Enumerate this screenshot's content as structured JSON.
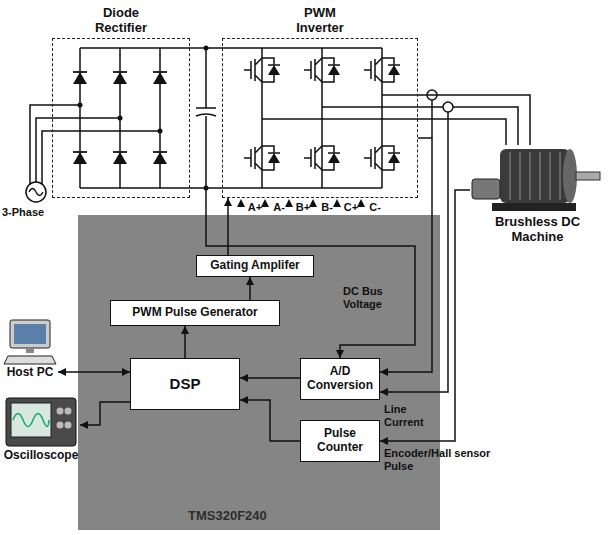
{
  "diagram": {
    "nodes": [
      {
        "text": [
          "Diode Rectifier"
        ]
      },
      {
        "text": [
          "PWM Inverter"
        ]
      },
      {
        "text": [
          "Brushless DC Machine"
        ]
      },
      {
        "text": [
          "TMS320F240"
        ]
      },
      {
        "text": [
          "Gating Amplifer"
        ],
        "in": 3
      },
      {
        "text": [
          "PWM Pulse Generator"
        ],
        "in": 3
      },
      {
        "text": [
          "DSP"
        ],
        "in": 3
      },
      {
        "text": [
          "A/D Conversion"
        ],
        "in": 3
      },
      {
        "text": [
          "Pulse Counter"
        ],
        "in": 3
      },
      {
        "text": [
          "Host PC"
        ]
      },
      {
        "text": [
          "Oscilloscope"
        ]
      }
    ],
    "edges": [
      {
        "from": 0,
        "to": 1,
        "arrow": "none"
      },
      {
        "from": 1,
        "to": 2,
        "arrow": "none"
      },
      {
        "from": 4,
        "to": 1,
        "arrow": "to"
      },
      {
        "from": 5,
        "to": 4,
        "arrow": "to"
      },
      {
        "from": 6,
        "to": 5,
        "arrow": "to"
      },
      {
        "from": 7,
        "to": 6,
        "arrow": "to"
      },
      {
        "from": 8,
        "to": 6,
        "arrow": "to"
      },
      {
        "from": 6,
        "to": 9,
        "arrow": "both"
      },
      {
        "from": 6,
        "to": 10,
        "arrow": "to"
      },
      {
        "from": 2,
        "to": 8,
        "arrow": "to",
        "label": "Encoder/Hall sensor Pulse"
      },
      {
        "from": 1,
        "to": 7,
        "arrow": "to",
        "label": "Line Current"
      }
    ],
    "labels": [
      "3-Phase",
      "A+",
      "A-",
      "B+",
      "B-",
      "C+",
      "C-",
      "DC Bus Voltage"
    ]
  }
}
